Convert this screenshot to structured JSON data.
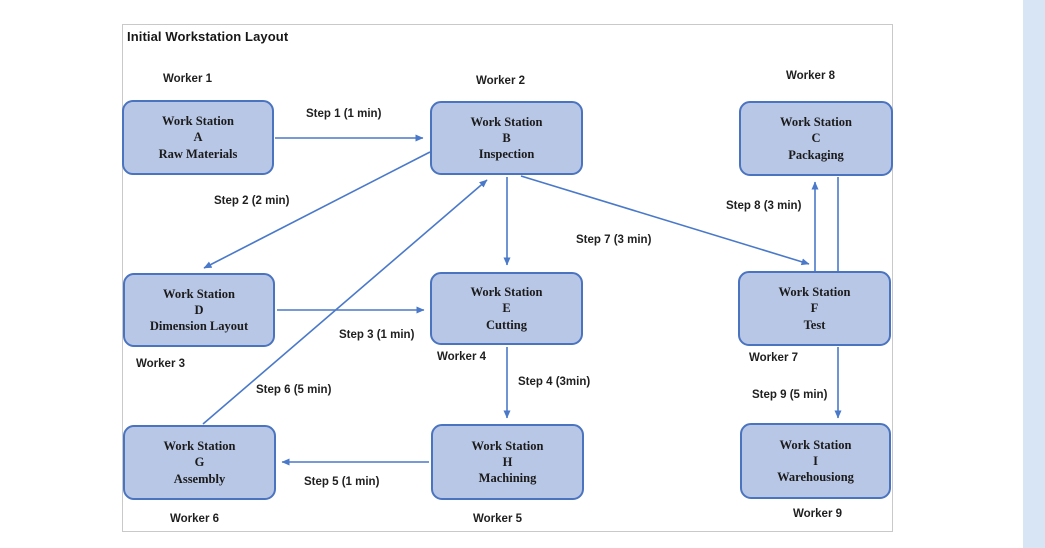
{
  "title": "Initial Workstation Layout",
  "colors": {
    "box_fill": "#b8c7e6",
    "box_border": "#4a73c0",
    "arrow": "#4a79ca",
    "frame_border": "#c9c9c9",
    "side_strip": "#d7e5f4",
    "text": "#1b1b1b"
  },
  "stations": [
    {
      "id": "A",
      "worker": "Worker 1",
      "line1": "Work Station",
      "line2": "A",
      "line3": "Raw Materials"
    },
    {
      "id": "B",
      "worker": "Worker 2",
      "line1": "Work Station",
      "line2": "B",
      "line3": "Inspection"
    },
    {
      "id": "C",
      "worker": "Worker 8",
      "line1": "Work Station",
      "line2": "C",
      "line3": "Packaging"
    },
    {
      "id": "D",
      "worker": "Worker 3",
      "line1": "Work Station",
      "line2": "D",
      "line3": "Dimension Layout"
    },
    {
      "id": "E",
      "worker": "Worker 4",
      "line1": "Work Station",
      "line2": "E",
      "line3": "Cutting"
    },
    {
      "id": "F",
      "worker": "Worker 7",
      "line1": "Work Station",
      "line2": "F",
      "line3": "Test"
    },
    {
      "id": "G",
      "worker": "Worker 6",
      "line1": "Work Station",
      "line2": "G",
      "line3": "Assembly"
    },
    {
      "id": "H",
      "worker": "Worker 5",
      "line1": "Work Station",
      "line2": "H",
      "line3": "Machining"
    },
    {
      "id": "I",
      "worker": "Worker 9",
      "line1": "Work Station",
      "line2": "I",
      "line3": "Warehousiong"
    }
  ],
  "steps": [
    {
      "label": "Step 1 (1 min)",
      "from": "A",
      "to": "B"
    },
    {
      "label": "Step 2 (2 min)",
      "from": "B",
      "to": "D"
    },
    {
      "label": "Step 3 (1 min)",
      "from": "D",
      "to": "E"
    },
    {
      "label": "Step 4 (3min)",
      "from": "E",
      "to": "H"
    },
    {
      "label": "Step 5 (1 min)",
      "from": "H",
      "to": "G"
    },
    {
      "label": "Step 6 (5 min)",
      "from": "G",
      "to": "B"
    },
    {
      "label": "Step 7 (3 min)",
      "from": "B",
      "to": "F"
    },
    {
      "label": "Step 8 (3 min)",
      "from": "F",
      "to": "C"
    },
    {
      "label": "Step 9 (5 min)",
      "from": "F",
      "to": "I"
    }
  ],
  "extra_connectors": [
    {
      "from": "B",
      "to": "E"
    },
    {
      "from": "C",
      "to": "F"
    }
  ]
}
